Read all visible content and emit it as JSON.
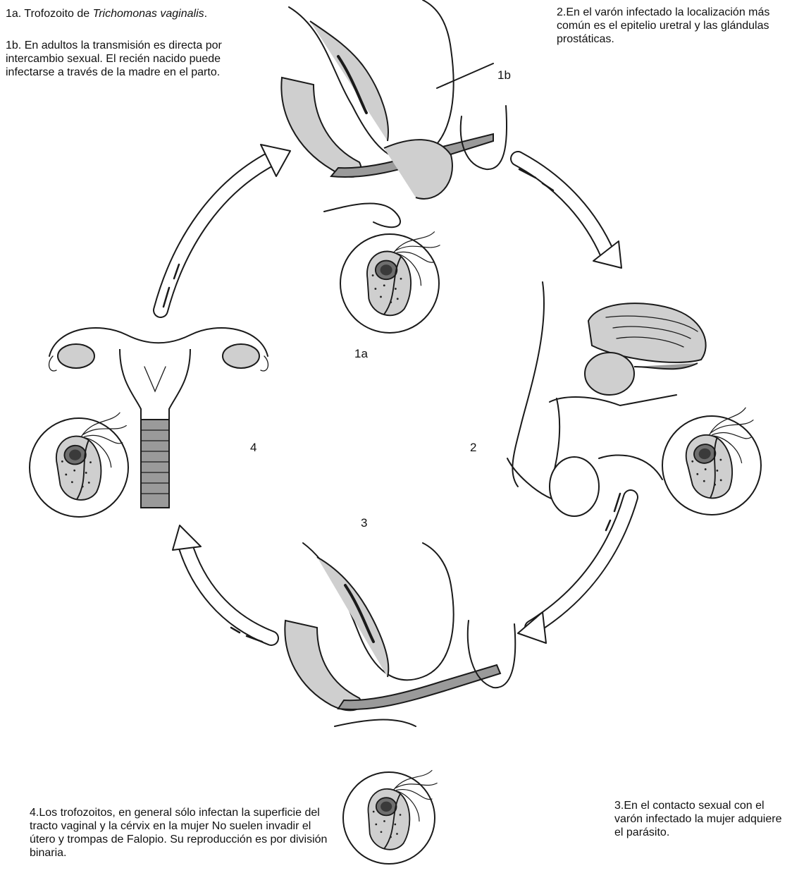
{
  "captions": {
    "c1a_prefix": "1a.  Trofozoito de ",
    "c1a_italic": "Trichomonas vaginalis",
    "c1a_suffix": ".",
    "c1b": "1b. En adultos la transmisión es directa por intercambio sexual. El recién nacido puede infectarse a través de la madre en el parto.",
    "c2": "2.En el varón infectado la localización más común es el epitelio uretral y las glándulas prostáticas.",
    "c3": "3.En el contacto sexual con el varón infectado la mujer adquiere el parásito.",
    "c4": "4.Los trofozoitos, en general sólo infectan la superficie del tracto vaginal y la cérvix en la mujer No suelen invadir el útero y trompas de Falopio.  Su reproducción es por división binaria."
  },
  "labels": {
    "l1b": "1b",
    "l1a": "1a",
    "l2": "2",
    "l3": "3",
    "l4": "4"
  }
}
